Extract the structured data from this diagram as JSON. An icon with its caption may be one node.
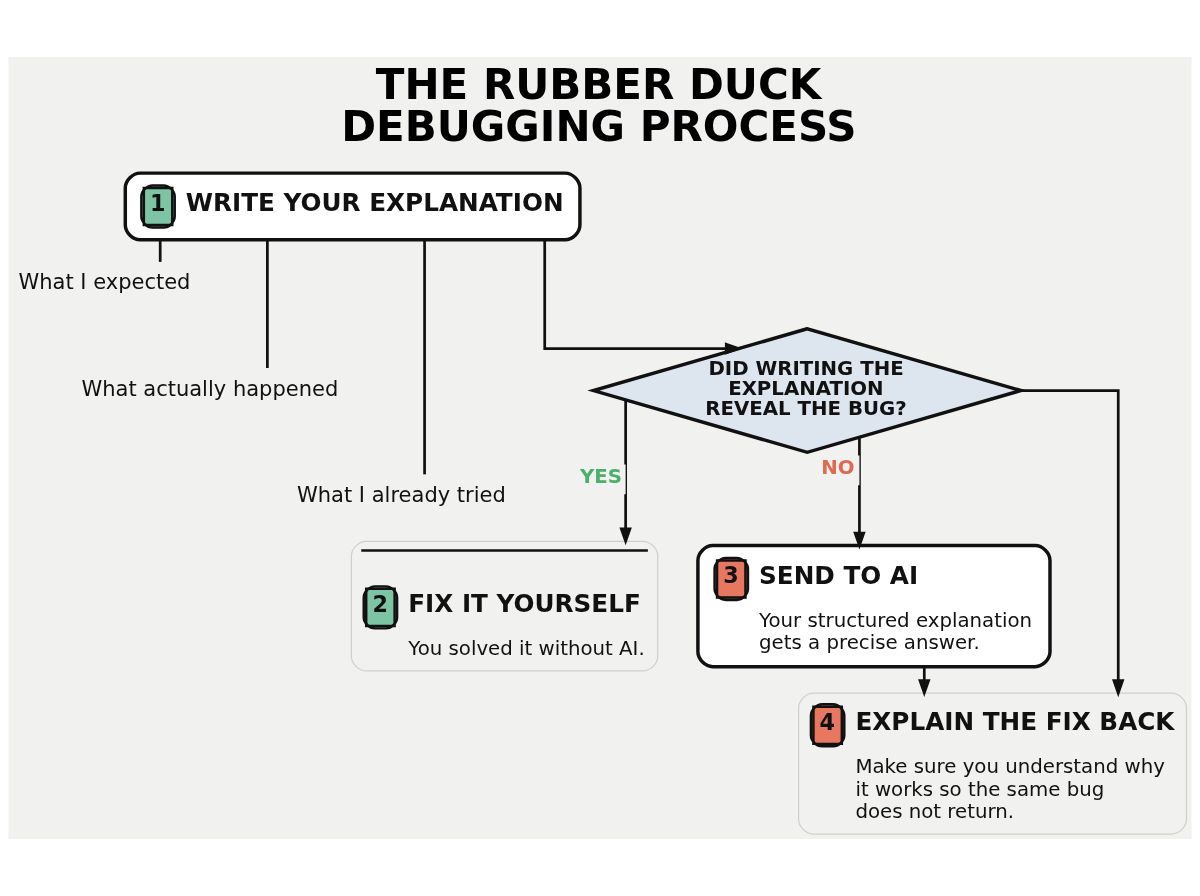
{
  "diagram": {
    "title": "THE RUBBER DUCK DEBUGGING PROCESS",
    "nodes": [
      {
        "text": [
          "1",
          "WRITE YOUR EXPLANATION"
        ]
      },
      {
        "text": [
          "What I expected"
        ]
      },
      {
        "text": [
          "What actually happened"
        ]
      },
      {
        "text": [
          "What I already tried"
        ]
      },
      {
        "text": [
          "DID WRITING THE EXPLANATION REVEAL THE BUG?"
        ]
      },
      {
        "text": [
          "2",
          "FIX IT YOURSELF",
          "You solved it without AI."
        ]
      },
      {
        "text": [
          "3",
          "SEND TO AI",
          "Your structured explanation gets a precise answer."
        ]
      },
      {
        "text": [
          "4",
          "EXPLAIN THE FIX BACK",
          "Make sure you understand why it works so the same bug does not return."
        ]
      }
    ],
    "edges": [
      {
        "from": 0,
        "to": 4,
        "arrow": "to"
      },
      {
        "from": 0,
        "to": 1,
        "arrow": "none"
      },
      {
        "from": 0,
        "to": 2,
        "arrow": "none"
      },
      {
        "from": 0,
        "to": 3,
        "arrow": "none"
      },
      {
        "from": 4,
        "to": 5,
        "arrow": "to",
        "label": "YES"
      },
      {
        "from": 4,
        "to": 6,
        "arrow": "to",
        "label": "NO"
      },
      {
        "from": 4,
        "to": 7,
        "arrow": "to"
      },
      {
        "from": 6,
        "to": 7,
        "arrow": "to"
      }
    ]
  }
}
